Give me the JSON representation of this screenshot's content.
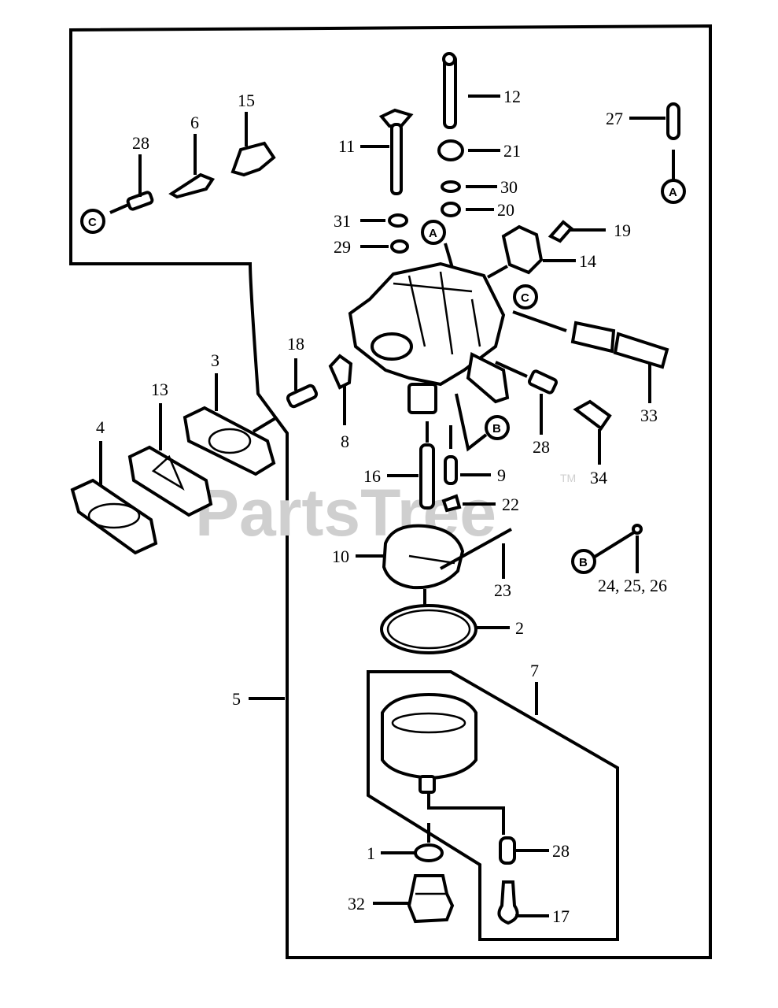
{
  "watermark": {
    "text": "PartsTree",
    "trademark": "TM"
  },
  "ref_marks": {
    "a": "A",
    "b": "B",
    "c": "C"
  },
  "callouts": {
    "c1": "1",
    "c2": "2",
    "c3": "3",
    "c4": "4",
    "c5": "5",
    "c6": "6",
    "c7": "7",
    "c8": "8",
    "c9": "9",
    "c10": "10",
    "c11": "11",
    "c12": "12",
    "c13": "13",
    "c14": "14",
    "c15": "15",
    "c16": "16",
    "c17": "17",
    "c18": "18",
    "c19": "19",
    "c20": "20",
    "c21": "21",
    "c22": "22",
    "c23": "23",
    "c24_26": "24, 25, 26",
    "c27": "27",
    "c28a": "28",
    "c28b": "28",
    "c28c": "28",
    "c29": "29",
    "c30": "30",
    "c31": "31",
    "c32": "32",
    "c33": "33",
    "c34": "34"
  },
  "colors": {
    "line": "#000000",
    "watermark": "#cfcfcf",
    "background": "#ffffff"
  }
}
